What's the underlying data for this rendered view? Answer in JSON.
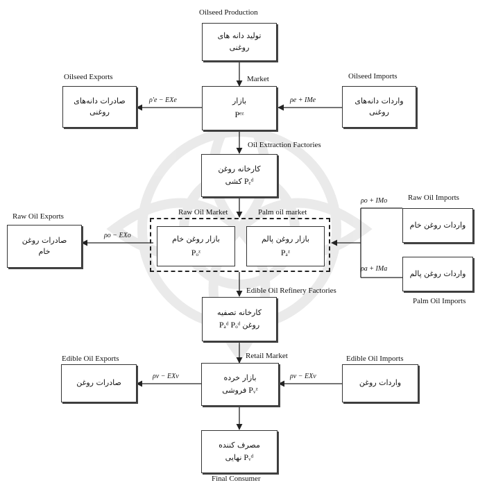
{
  "labels": {
    "oilseed_production": "Oilseed Production",
    "market": "Market",
    "oilseed_exports": "Oilseed Exports",
    "oilseed_imports": "Oilseed Imports",
    "oil_extraction": "Oil Extraction Factories",
    "raw_oil_imports": "Raw Oil Imports",
    "raw_oil_market": "Raw Oil Market",
    "palm_oil_market": "Palm oil market",
    "raw_oil_exports": "Raw Oil Exports",
    "palm_oil_imports": "Palm Oil Imports",
    "edible_refinery": "Edible Oil Refinery Factories",
    "retail_market": "Retail Market",
    "edible_oil_exports": "Edible Oil Exports",
    "edible_oil_imports": "Edible Oil Imports",
    "final_consumer": "Final Consumer"
  },
  "boxes": {
    "production": {
      "line1": "تولید دانه های",
      "line2": "روغنی"
    },
    "market": {
      "line1": "بازار",
      "symbol": "Pᵉᶻ"
    },
    "oilseed_exports": {
      "line1": "صادرات دانه‌های",
      "line2": "روغنی"
    },
    "oilseed_imports": {
      "line1": "واردات دانه‌های",
      "line2": "روغنی"
    },
    "extraction": {
      "line1": "کارخانه روغن",
      "line2": "کشی",
      "symbol": "Pₑᵈ"
    },
    "raw_oil_market": {
      "line1": "بازار روغن خام",
      "symbol": "Pₒᶻ"
    },
    "palm_oil_market": {
      "line1": "بازار روغن پالم",
      "symbol": "Pₐᶻ"
    },
    "raw_oil_exports": {
      "line1": "صادرات روغن",
      "line2": "خام"
    },
    "raw_oil_imports": {
      "line1": "واردات روغن خام"
    },
    "palm_oil_imports": {
      "line1": "واردات روغن پالم"
    },
    "refinery": {
      "line1": "کارخانه تصفیه",
      "line2": "روغن",
      "symbol": "Pₐᵈ Pₒᵈ"
    },
    "retail": {
      "line1": "بازار خرده",
      "line2": "فروشی",
      "symbol": "Pᵥᶻ"
    },
    "edible_oil_exports": {
      "line1": "صادرات روغن"
    },
    "edible_oil_imports": {
      "line1": "واردات روغن"
    },
    "consumer": {
      "line1": "مصرف کننده",
      "line2": "نهایی",
      "symbol": "Pᵥᵈ"
    }
  },
  "equations": {
    "oilseed_export": "ρ′e − EXe",
    "oilseed_import": "ρe + IMe",
    "raw_oil_export": "ρo − EXo",
    "raw_oil_import": "ρo + IMo",
    "palm_oil_import": "ρa + IMa",
    "edible_export": "ρv − EXv",
    "edible_import": "ρv − EXv"
  }
}
